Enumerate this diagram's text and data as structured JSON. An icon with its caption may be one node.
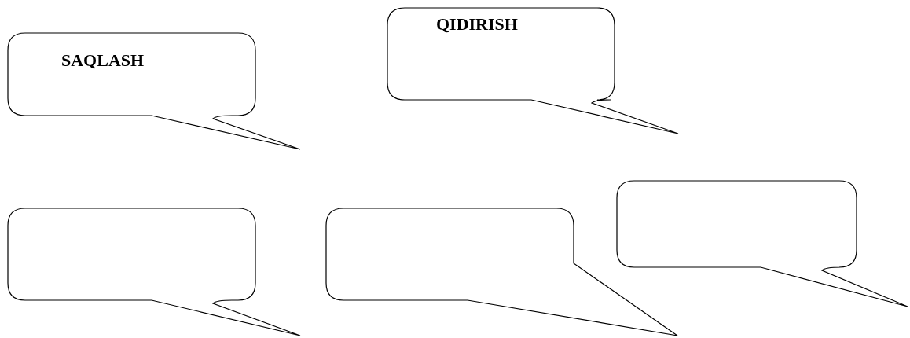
{
  "diagram": {
    "nodes": [
      {
        "text": [
          "SAQLASH"
        ]
      },
      {
        "text": [
          "QIDIRISH"
        ]
      },
      {
        "text": [],
        "shape": "callout"
      },
      {
        "text": [],
        "shape": "callout"
      },
      {
        "text": [],
        "shape": "callout"
      }
    ]
  }
}
